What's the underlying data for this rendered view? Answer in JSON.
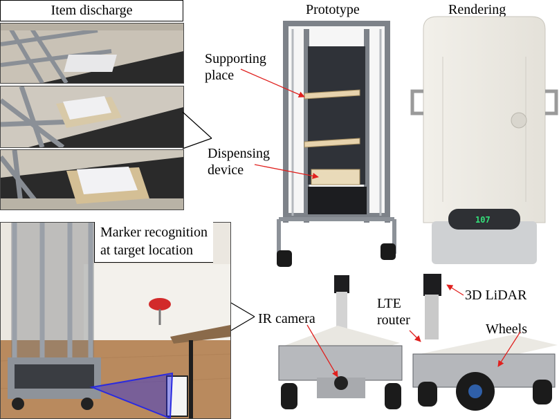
{
  "panels": {
    "item_discharge": {
      "title": "Item discharge"
    },
    "prototype": {
      "title": "Prototype"
    },
    "rendering": {
      "title": "Rendering",
      "display_value": "107"
    },
    "marker": {
      "title_line1": "Marker recognition",
      "title_line2": "at target location"
    }
  },
  "callouts": {
    "supporting_line1": "Supporting",
    "supporting_line2": "place",
    "dispensing_line1": "Dispensing",
    "dispensing_line2": "device",
    "ir_camera": "IR camera",
    "lte_line1": "LTE",
    "lte_line2": "router",
    "lidar": "3D LiDAR",
    "wheels": "Wheels"
  },
  "colors": {
    "arrow_red": "#e0201e",
    "marker_blue": "#2a2ae0",
    "screen_green": "#34e07a"
  }
}
